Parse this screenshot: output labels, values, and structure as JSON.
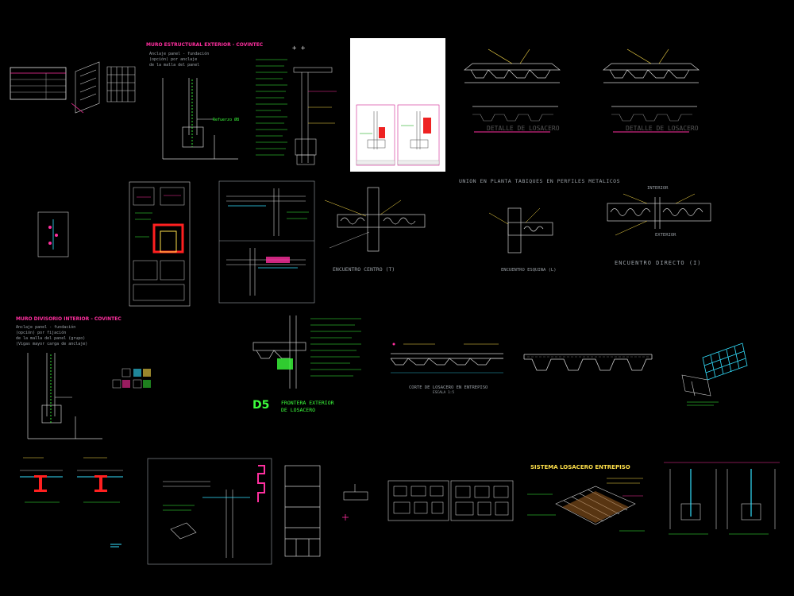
{
  "texts": {
    "muro_ext_title": "MURO ESTRUCTURAL EXTERIOR - COVINTEC",
    "muro_ext_note_1": "Anclaje panel - fundación",
    "muro_ext_note_2": "(opción) por anclaje",
    "muro_ext_note_3": "de la malla del panel",
    "muro_ext_dim": "Refuerzo Ø8",
    "muro_int_title": "MURO DIVISORIO INTERIOR - COVINTEC",
    "muro_int_note_1": "Anclaje panel - fundación",
    "muro_int_note_2": "(opción) por fijación",
    "muro_int_note_3": "de la malla del panel (grupo)",
    "muro_int_note_4": "(Vigas mayor carga de anclaje)",
    "union_title": "UNION EN PLANTA TABIQUES EN PERFILES METALICOS",
    "encuentro_1": "ENCUENTRO CENTRO (T)",
    "encuentro_2": "ENCUENTRO ESQUINA (L)",
    "encuentro_3": "ENCUENTRO DIRECTO (I)",
    "interior_label": "INTERIOR",
    "exterior_label": "EXTERIOR",
    "d5_code": "D5",
    "d5_title_1": "FRONTERA EXTERIOR",
    "d5_title_2": "DE LOSACERO",
    "corte_losacero": "CORTE DE LOSACERO EN ENTREPISO",
    "corte_scale": "ESCALA 1:5",
    "sistema_title": "SISTEMA LOSACERO ENTREPISO",
    "sheet_1_caption": "DETALLE DE LOSACERO",
    "sheet_2_caption": "DETALLE DE LOSACERO"
  },
  "colors": {
    "background": "#000000",
    "title_magenta": "#ff2f9f",
    "line_green": "#3cff3c",
    "line_cyan": "#33e0ff",
    "line_yellow": "#ffe04a",
    "line_gray": "#9aa0a6",
    "line_white": "#e8e8e8"
  }
}
